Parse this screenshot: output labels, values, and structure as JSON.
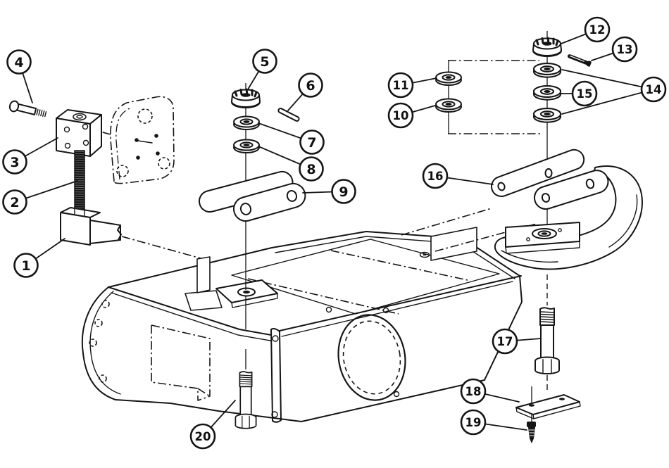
{
  "figure": {
    "kind": "exploded-parts-diagram",
    "background_color": "#ffffff",
    "line_color": "#151515",
    "callout_count": 20
  },
  "callouts": [
    {
      "label": "1"
    },
    {
      "label": "2"
    },
    {
      "label": "3"
    },
    {
      "label": "4"
    },
    {
      "label": "5"
    },
    {
      "label": "6"
    },
    {
      "label": "7"
    },
    {
      "label": "8"
    },
    {
      "label": "9"
    },
    {
      "label": "10"
    },
    {
      "label": "11"
    },
    {
      "label": "12"
    },
    {
      "label": "13"
    },
    {
      "label": "14"
    },
    {
      "label": "15"
    },
    {
      "label": "16"
    },
    {
      "label": "17"
    },
    {
      "label": "18"
    },
    {
      "label": "19"
    },
    {
      "label": "20"
    }
  ]
}
